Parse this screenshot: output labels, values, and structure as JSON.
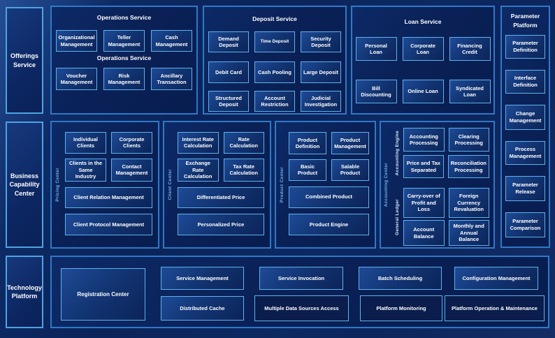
{
  "colors": {
    "background": "#0a2158",
    "panel_border": "#2f79c9",
    "box_border": "#5fb2ec",
    "box_fill": "#15397e",
    "box_fill_dark": "#0a1d4c",
    "text": "#ffffff",
    "vertical_label": "#6cb1ea"
  },
  "rail": {
    "offerings": "Offerings Service",
    "business": "Business Capability Center",
    "technology": "Technology Platform"
  },
  "operations": {
    "title": "Operations Service",
    "mid_label": "Operations Service",
    "boxes": [
      "Organizational Management",
      "Teller Management",
      "Cash Management",
      "Voucher Management",
      "Risk Management",
      "Ancillary Transaction"
    ]
  },
  "deposit": {
    "title": "Deposit Service",
    "boxes": [
      "Demand Deposit",
      "Time Deposit",
      "Security Deposit",
      "Debit Card",
      "Cash Pooling",
      "Large Deposit",
      "Structured Deposit",
      "Account Restriction",
      "Judicial Investigation"
    ]
  },
  "loan": {
    "title": "Loan Service",
    "boxes": [
      "Personal Loan",
      "Corporate Loan",
      "Financing Credit",
      "Bill Discounting",
      "Online Loan",
      "Syndicated Loan"
    ]
  },
  "parameter": {
    "title": "Parameter Platform",
    "boxes": [
      "Parameter Definition",
      "Interface Definition",
      "Change Management",
      "Process Management",
      "Parameter Release",
      "Parameter Comparison"
    ]
  },
  "pricing_center": {
    "side_label": "Pricing Center",
    "boxes": [
      "Individual Clients",
      "Corporate Clients",
      "Clients in the Same Industry",
      "Contact Management"
    ],
    "wide_boxes": [
      "Client Relation Management",
      "Client Protocol Management"
    ]
  },
  "client_center": {
    "side_label": "Client Center",
    "boxes": [
      "Interest Rate Calculation",
      "Rate Calculation",
      "Exchange Rate Calculation",
      "Tax Rate Calculation"
    ],
    "wide_boxes": [
      "Differentiated Price",
      "Personalized Price"
    ]
  },
  "product_center": {
    "side_label": "Product Center",
    "boxes": [
      "Product Definition",
      "Product Management",
      "Basic Product",
      "Salable Product"
    ],
    "wide_boxes": [
      "Combined Product",
      "Product Engine"
    ]
  },
  "accounting_center": {
    "side_label": "Accounting Center",
    "engine": {
      "side_label": "Accounting Engine",
      "boxes": [
        "Accounting Processing",
        "Clearing Processing",
        "Price and Tax Separated",
        "Reconciliation Processing"
      ]
    },
    "ledger": {
      "side_label": "General Ledger",
      "boxes": [
        "Carry-over of Profit and Loss",
        "Foreign Currency Revaluation",
        "Account Balance",
        "Monthly and Annual Balance"
      ]
    }
  },
  "technology": {
    "registration": "Registration Center",
    "top_row": [
      "Service Management",
      "Service Invocation",
      "Batch Scheduling",
      "Configuration Management"
    ],
    "bottom_row": [
      "Distributed Cache",
      "Multiple Data Sources Access",
      "Platform Monitoring",
      "Platform Operation & Maintenance"
    ]
  }
}
